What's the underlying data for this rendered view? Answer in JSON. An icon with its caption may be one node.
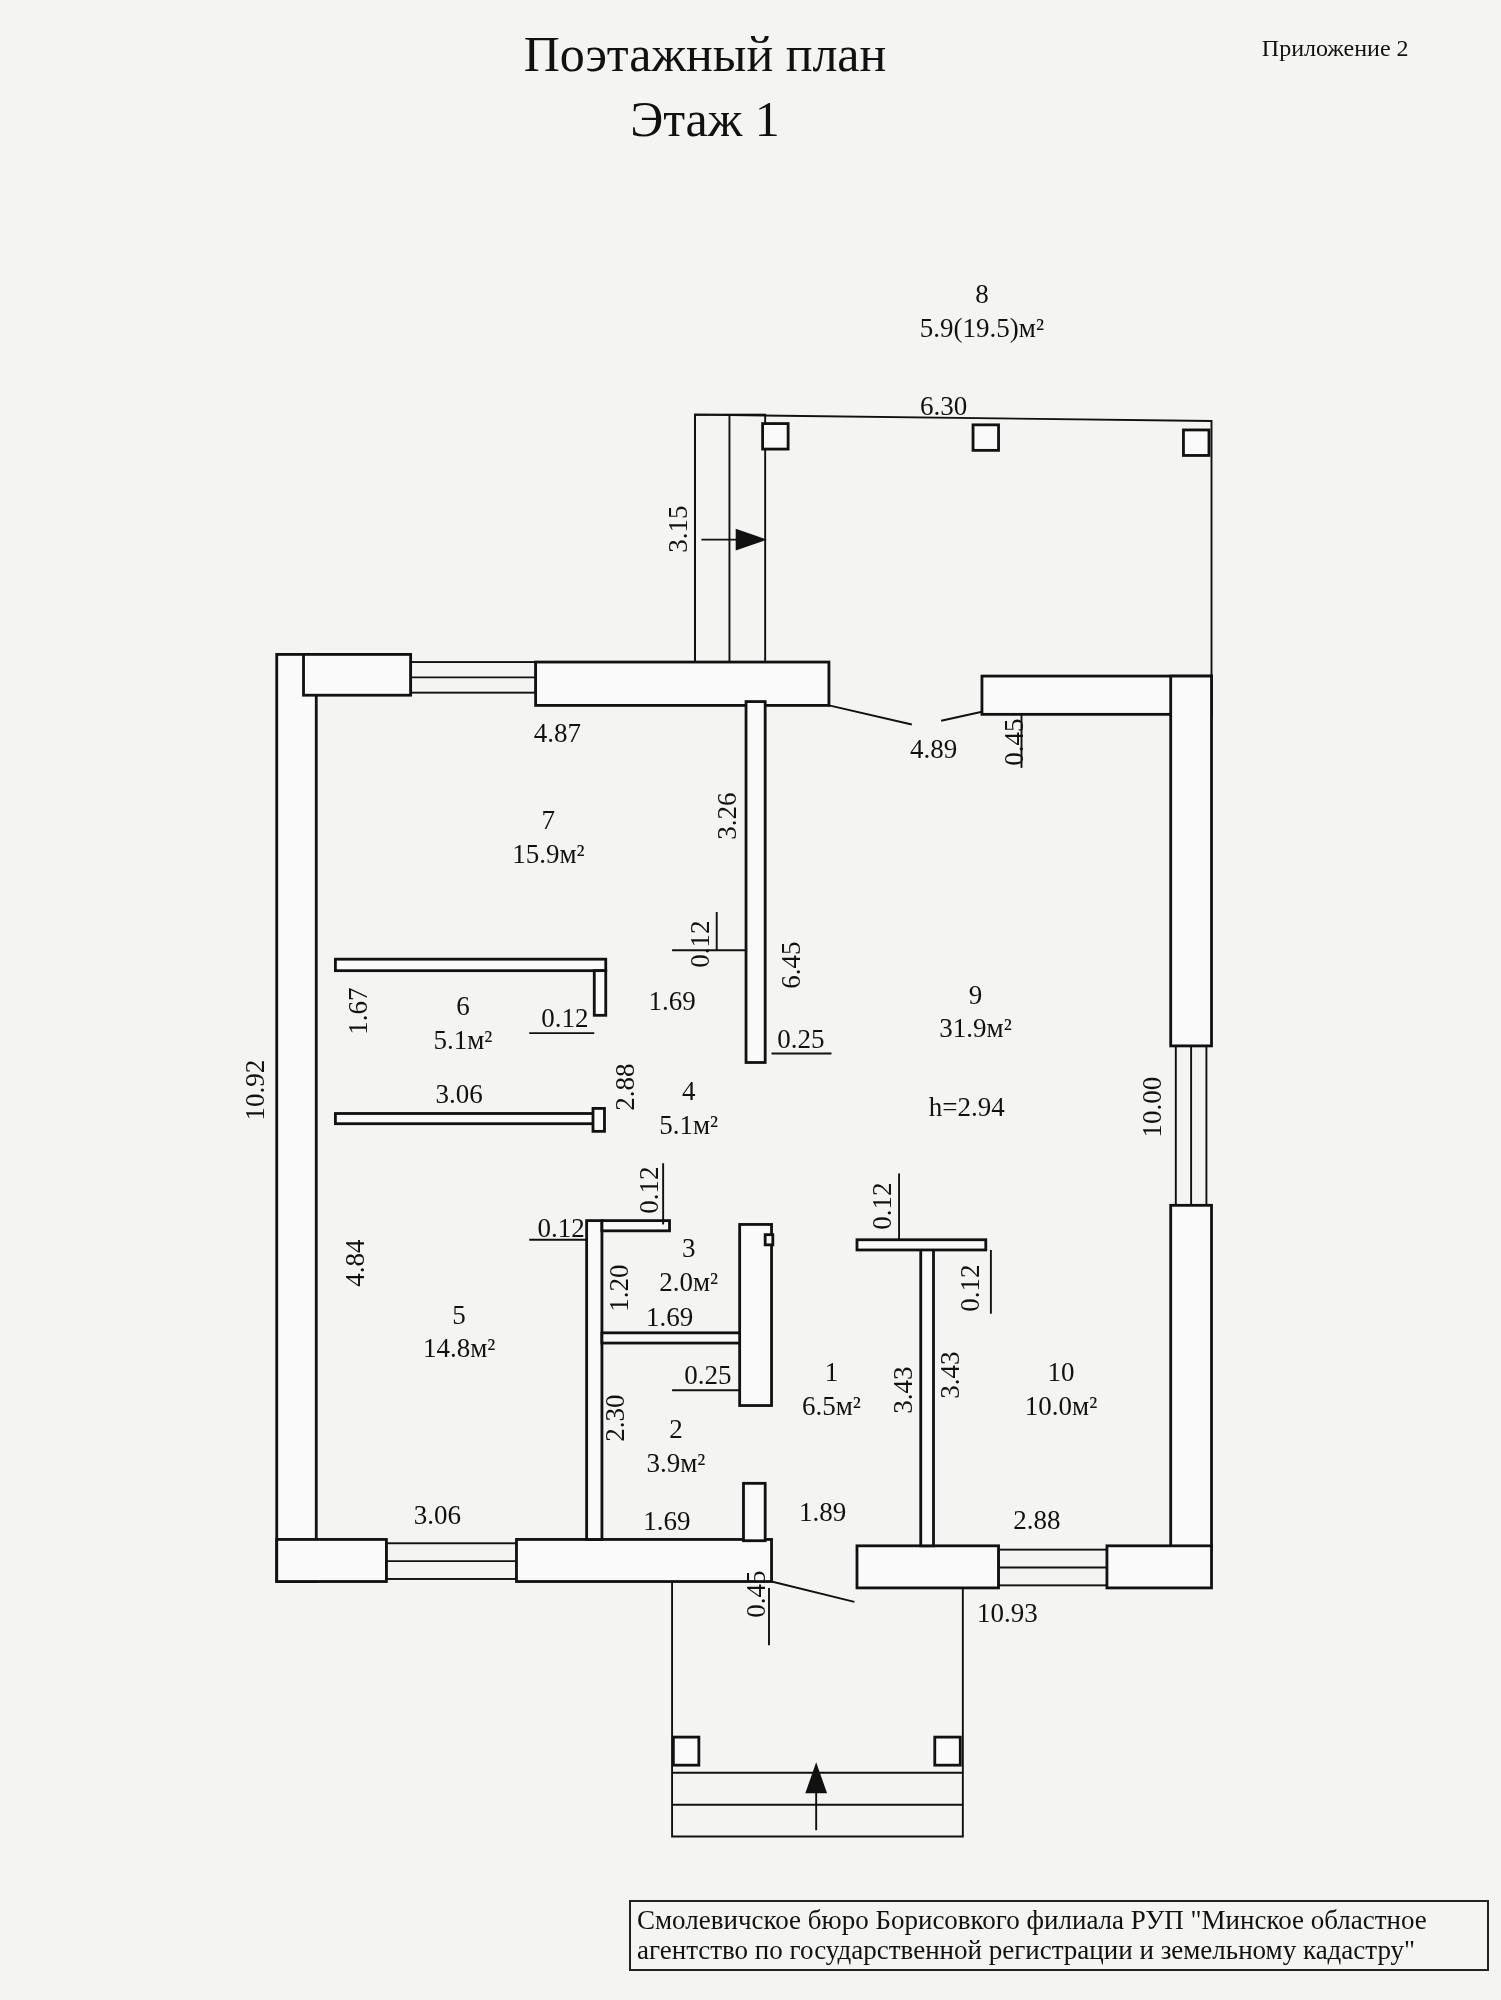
{
  "diagram": {
    "title": "Поэтажный план Этаж 1",
    "caption": "Смолевичское бюро Борисовкого филиала РУП \"Минское областное агентство по государственной регистрации и земельному кадастру\"",
    "nodes": [
      {
        "text": [
          "8",
          "5.9(19.5)м²"
        ]
      },
      {
        "text": [
          "7",
          "15.9м²"
        ]
      },
      {
        "text": [
          "6",
          "5.1м²"
        ]
      },
      {
        "text": [
          "9",
          "31.9м²"
        ]
      },
      {
        "text": [
          "4",
          "5.1м²"
        ]
      },
      {
        "text": [
          "3",
          "2.0м²"
        ]
      },
      {
        "text": [
          "5",
          "14.8м²"
        ]
      },
      {
        "text": [
          "1",
          "6.5м²"
        ]
      },
      {
        "text": [
          "10",
          "10.0м²"
        ]
      },
      {
        "text": [
          "2",
          "3.9м²"
        ]
      }
    ],
    "labels": [
      "Приложение 2",
      "6.30",
      "3.15",
      "4.87",
      "4.89",
      "0.45",
      "3.26",
      "0.12",
      "1.69",
      "6.45",
      "0.12",
      "0.25",
      "1.67",
      "10.92",
      "3.06",
      "2.88",
      "h=2.94",
      "10.00",
      "0.12",
      "0.12",
      "0.12",
      "0.12",
      "1.20",
      "4.84",
      "1.69",
      "0.25",
      "3.43",
      "3.43",
      "2.30",
      "3.06",
      "1.69",
      "1.89",
      "2.88",
      "0.45",
      "10.93"
    ]
  }
}
